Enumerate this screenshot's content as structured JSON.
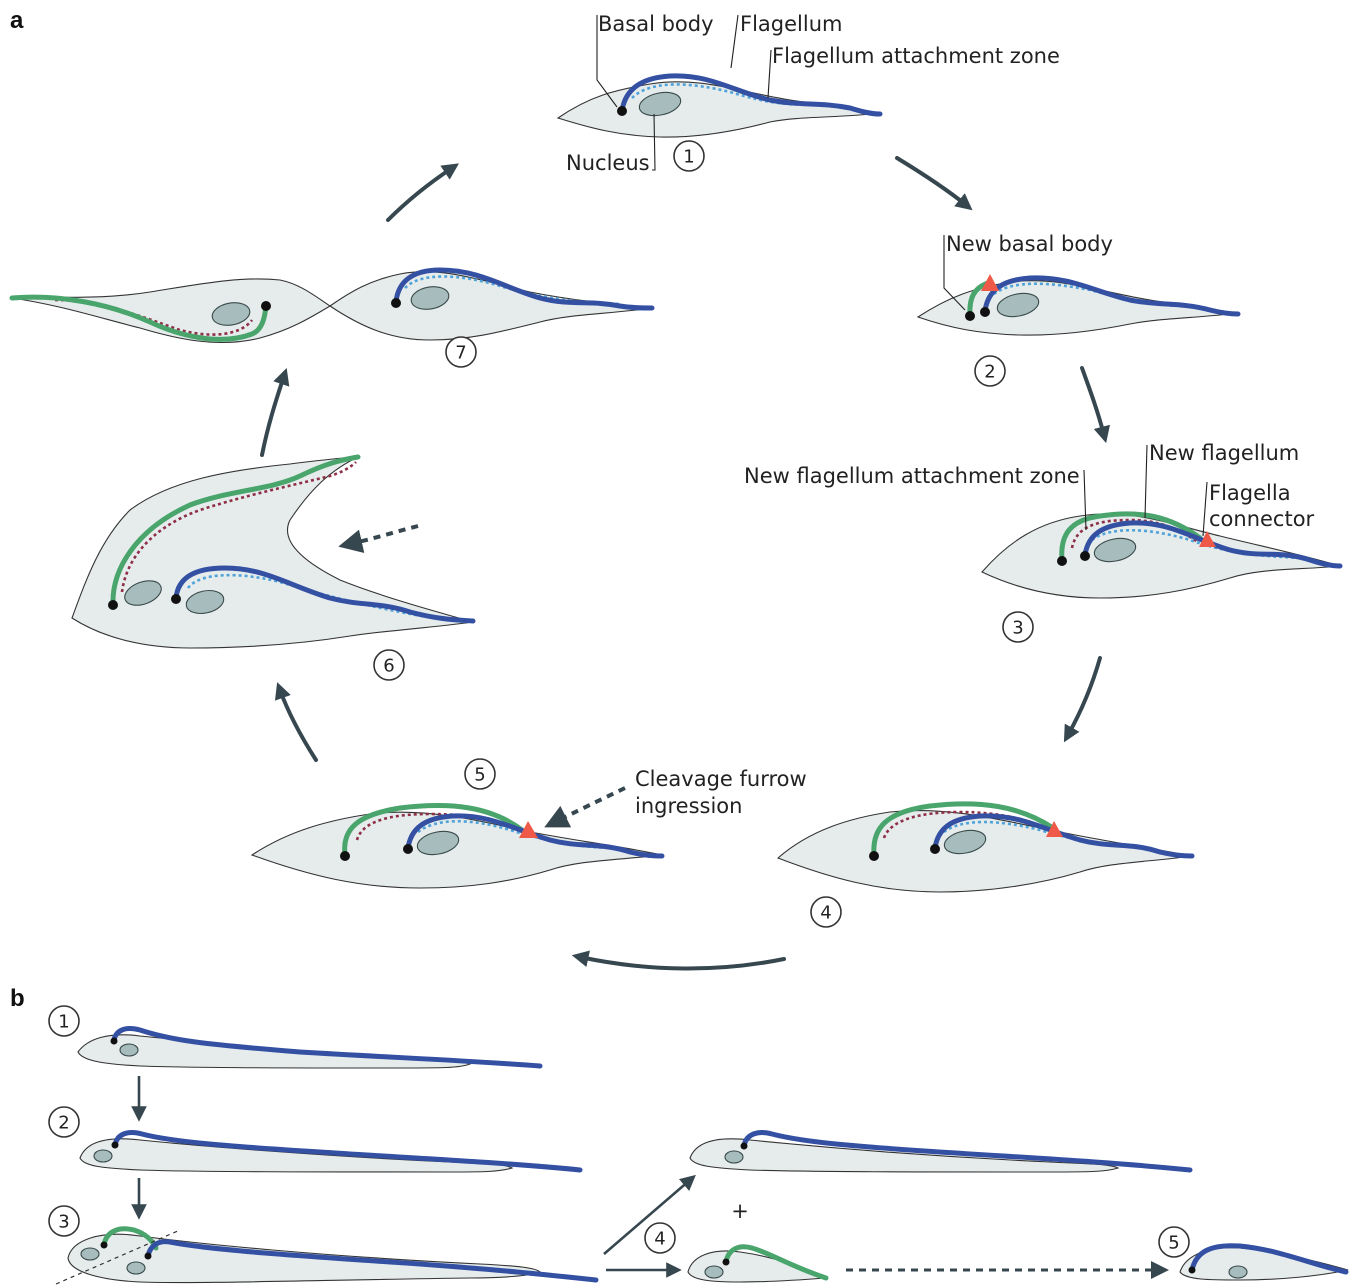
{
  "panels": {
    "a": {
      "label": "a",
      "labels": {
        "basal_body": "Basal body",
        "flagellum": "Flagellum",
        "faz": "Flagellum attachment zone",
        "nucleus": "Nucleus",
        "new_basal_body": "New basal body",
        "new_flagellum": "New flagellum",
        "new_faz": "New flagellum attachment zone",
        "flagella_connector_1": "Flagella",
        "flagella_connector_2": "connector",
        "cleavage_1": "Cleavage furrow",
        "cleavage_2": "ingression"
      },
      "steps": [
        "1",
        "2",
        "3",
        "4",
        "5",
        "6",
        "7"
      ]
    },
    "b": {
      "label": "b",
      "steps": [
        "1",
        "2",
        "3",
        "4",
        "5"
      ],
      "plus": "+"
    }
  },
  "colors": {
    "old_flagellum": "#3450a3",
    "new_flagellum": "#4aa56d",
    "faz": "#4fa3d9",
    "new_faz": "#8e2f47",
    "flagella_connector": "#ef5a48",
    "cell_body": "#e6ecec",
    "nucleus": "#a7bcbd",
    "arrow": "#37474f"
  }
}
